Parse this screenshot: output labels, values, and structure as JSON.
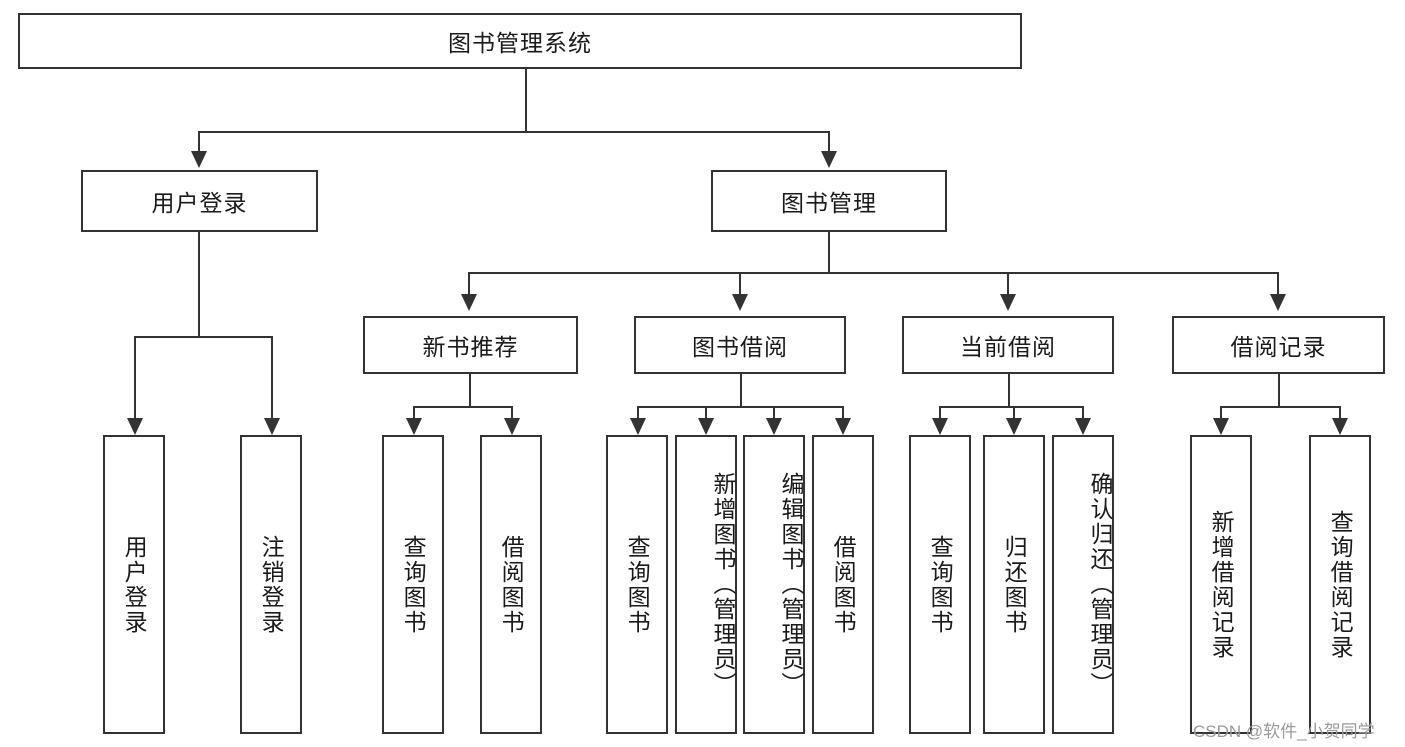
{
  "diagram": {
    "title": "图书管理系统",
    "type": "tree-hierarchy-diagram",
    "colors": {
      "stroke": "#333333",
      "fill": "#ffffff",
      "text": "#1a1a1a",
      "watermark": "#9a9a9a"
    },
    "root": {
      "label": "图书管理系统"
    },
    "level2": [
      {
        "label": "用户登录"
      },
      {
        "label": "图书管理"
      }
    ],
    "level3": [
      {
        "label": "新书推荐"
      },
      {
        "label": "图书借阅"
      },
      {
        "label": "当前借阅"
      },
      {
        "label": "借阅记录"
      }
    ],
    "leaves": {
      "user_login": [
        {
          "label": "用户登录"
        },
        {
          "label": "注销登录"
        }
      ],
      "new_book_recommend": [
        {
          "label": "查询图书"
        },
        {
          "label": "借阅图书"
        }
      ],
      "book_borrow": [
        {
          "label": "查询图书"
        },
        {
          "label": "新增图书（管理员）"
        },
        {
          "label": "编辑图书（管理员）"
        },
        {
          "label": "借阅图书"
        }
      ],
      "current_borrow": [
        {
          "label": "查询图书"
        },
        {
          "label": "归还图书"
        },
        {
          "label": "确认归还（管理员）"
        }
      ],
      "borrow_record": [
        {
          "label": "新增借阅记录"
        },
        {
          "label": "查询借阅记录"
        }
      ]
    },
    "watermark": "CSDN @软件_小贺同学"
  }
}
